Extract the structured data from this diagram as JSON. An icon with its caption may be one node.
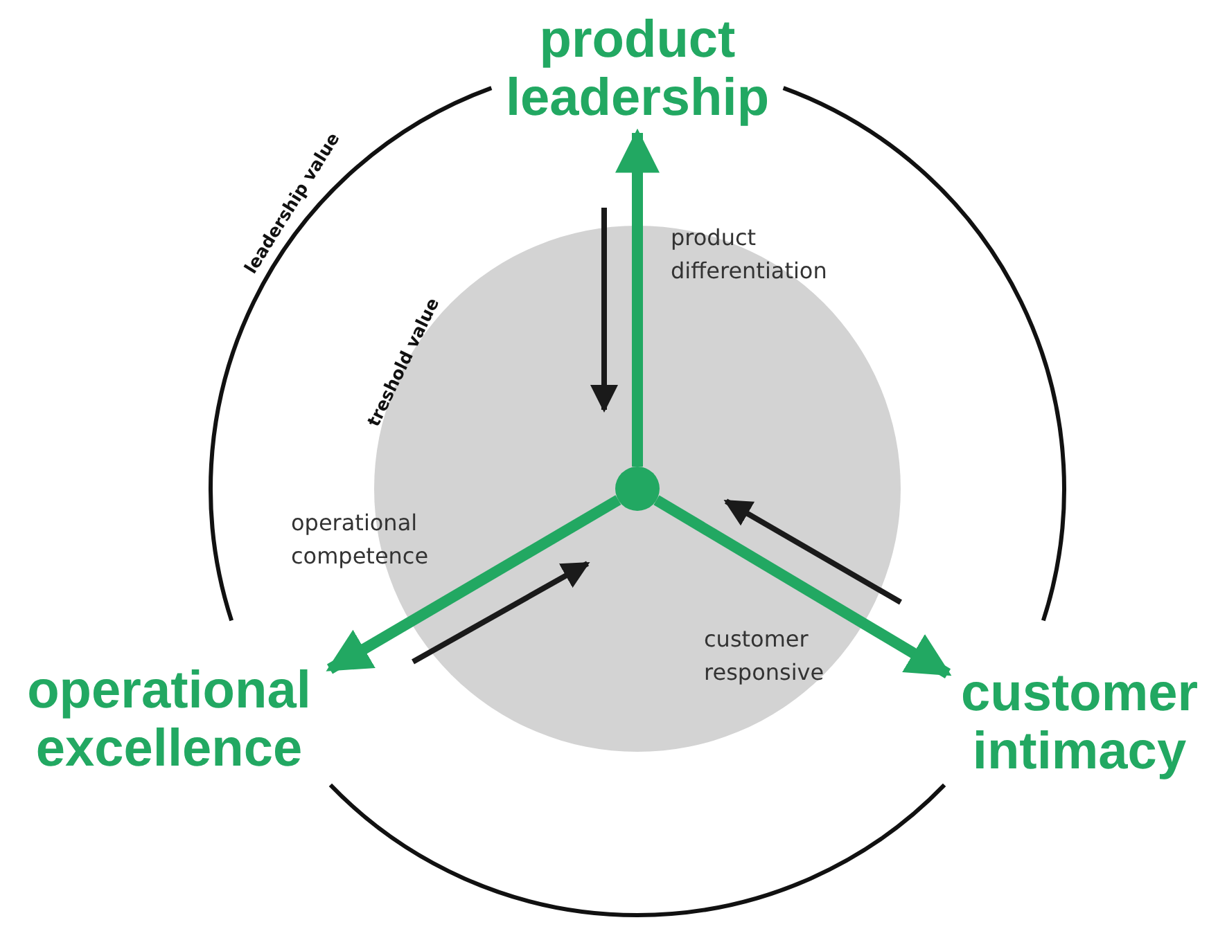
{
  "diagram": {
    "nodes": [
      {
        "text": [],
        "shape": "circle"
      },
      {
        "text": [
          "product leadership"
        ]
      },
      {
        "text": [
          "operational excellence"
        ]
      },
      {
        "text": [
          "customer intimacy"
        ]
      }
    ],
    "edges": [
      {
        "from": 0,
        "to": 1,
        "arrow": "to"
      },
      {
        "from": 0,
        "to": 2,
        "arrow": "to"
      },
      {
        "from": 0,
        "to": 3,
        "arrow": "to"
      }
    ],
    "labels": [
      "leadership value",
      "treshold value",
      "product differentiation",
      "operational competence",
      "customer responsive"
    ]
  }
}
